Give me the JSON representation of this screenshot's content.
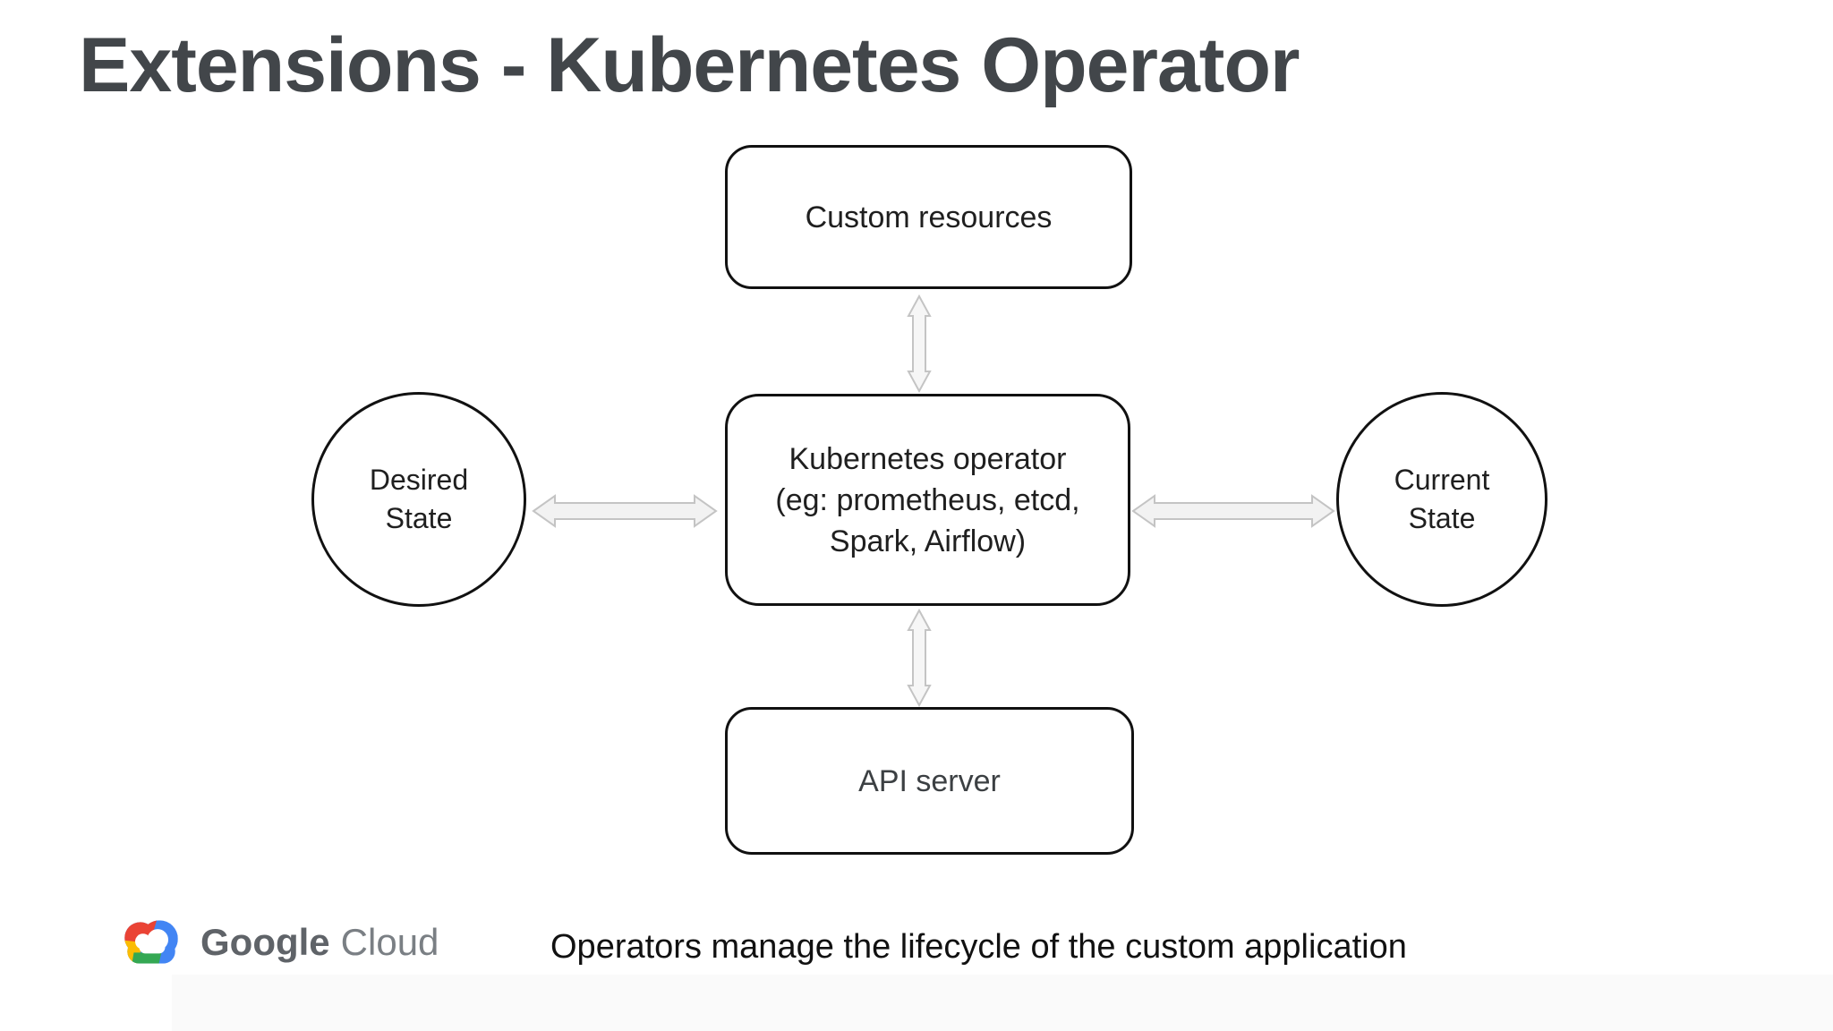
{
  "header": {
    "title": "Extensions - Kubernetes Operator"
  },
  "diagram": {
    "nodes": {
      "custom_resources": {
        "label": "Custom resources",
        "shape": "rounded-rectangle"
      },
      "kubernetes_operator": {
        "lines": [
          "Kubernetes operator",
          "(eg: prometheus, etcd,",
          "Spark, Airflow)"
        ],
        "shape": "rounded-rectangle"
      },
      "api_server": {
        "label": "API server",
        "shape": "rounded-rectangle"
      },
      "desired_state": {
        "lines": [
          "Desired",
          "State"
        ],
        "shape": "circle"
      },
      "current_state": {
        "lines": [
          "Current",
          "State"
        ],
        "shape": "circle"
      }
    },
    "edges": [
      {
        "from": "custom_resources",
        "to": "kubernetes_operator",
        "style": "double-headed-arrow"
      },
      {
        "from": "desired_state",
        "to": "kubernetes_operator",
        "style": "double-headed-arrow"
      },
      {
        "from": "current_state",
        "to": "kubernetes_operator",
        "style": "double-headed-arrow"
      },
      {
        "from": "api_server",
        "to": "kubernetes_operator",
        "style": "double-headed-arrow"
      }
    ]
  },
  "footer": {
    "brand": {
      "google": "Google",
      "cloud": "Cloud"
    },
    "caption": "Operators manage the lifecycle of the custom application"
  },
  "colors": {
    "title_text": "#42464a",
    "node_border": "#111111",
    "node_text": "#1f1f1f",
    "api_server_text": "#3c4043",
    "arrow_stroke": "#c4c4c4",
    "arrow_fill": "#f2f2f2",
    "logo_red": "#ea4335",
    "logo_yellow": "#fbbc04",
    "logo_green": "#34a853",
    "logo_blue": "#4285f4",
    "wordmark_gray": "#5f6368"
  }
}
